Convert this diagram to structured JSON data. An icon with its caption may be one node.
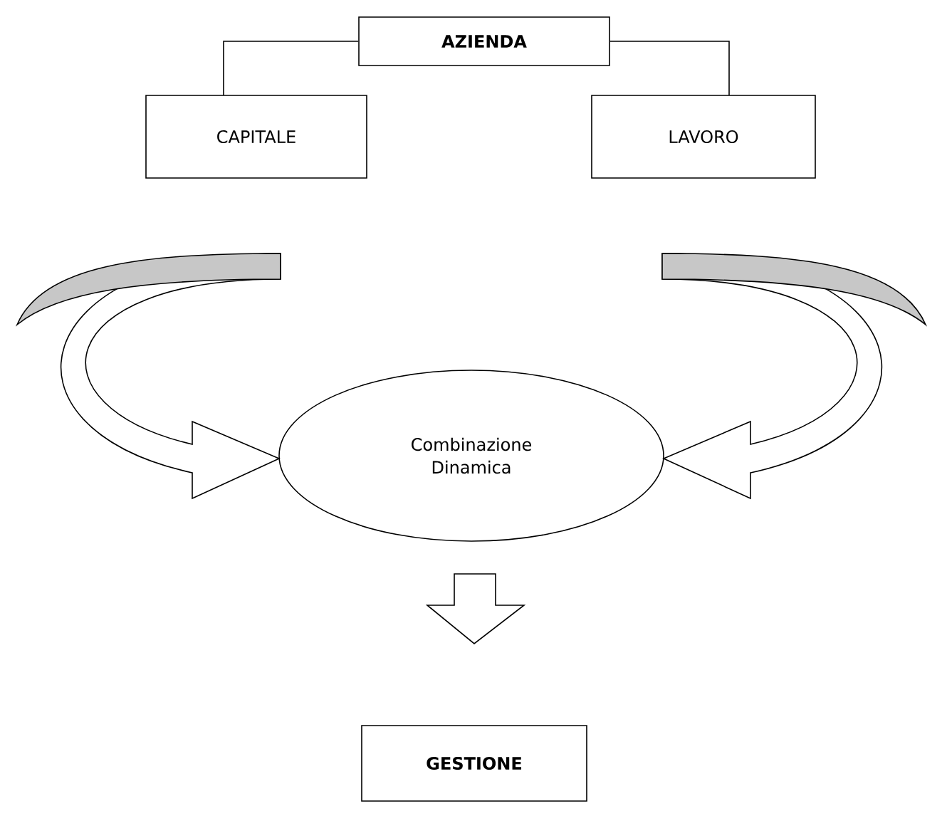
{
  "diagram": {
    "nodes": [
      {
        "text": [
          "AZIENDA"
        ]
      },
      {
        "text": [
          "CAPITALE"
        ]
      },
      {
        "text": [
          "LAVORO"
        ]
      },
      {
        "text": [
          "Combinazione Dinamica"
        ]
      },
      {
        "text": [
          "GESTIONE"
        ]
      }
    ],
    "edges": [
      {
        "from": 0,
        "to": 1,
        "arrow": "none"
      },
      {
        "from": 0,
        "to": 2,
        "arrow": "none"
      },
      {
        "from": 1,
        "to": 3,
        "arrow": "to"
      },
      {
        "from": 2,
        "to": 3,
        "arrow": "to"
      },
      {
        "from": 3,
        "to": 4,
        "arrow": "to"
      }
    ]
  }
}
